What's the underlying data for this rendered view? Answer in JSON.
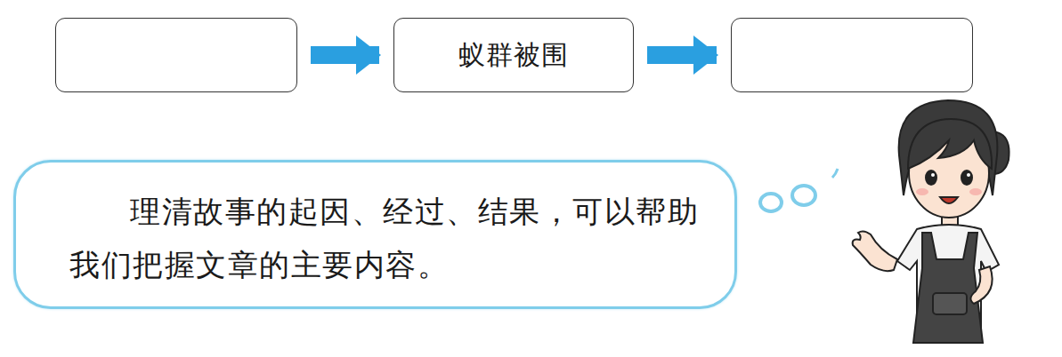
{
  "diagram": {
    "nodes": [
      {
        "text": []
      },
      {
        "text": [
          "蚁群被围"
        ]
      },
      {
        "text": []
      },
      {
        "text": [
          "理清故事的起因、经过、结果，可以帮助我们把握文章的主要内容。"
        ]
      }
    ],
    "edges": [
      {
        "from": 0,
        "to": 1,
        "arrow": "to"
      },
      {
        "from": 1,
        "to": 2,
        "arrow": "to"
      }
    ]
  }
}
